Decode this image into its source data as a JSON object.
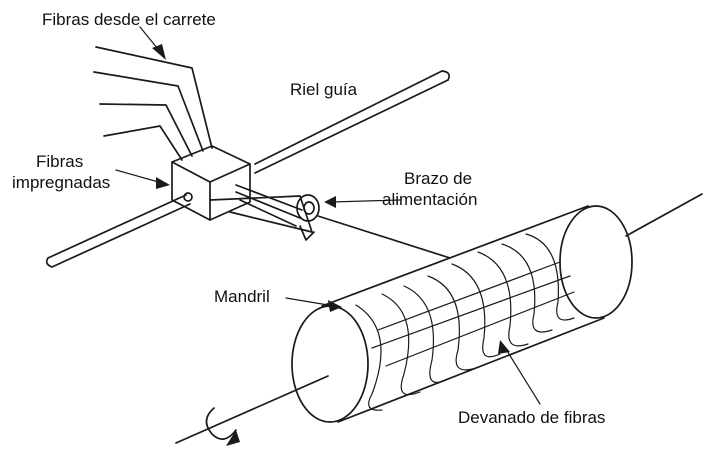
{
  "labels": {
    "fibras_carrete": "Fibras desde el carrete",
    "riel_guia": "Riel guía",
    "fibras_impregnadas_1": "Fibras",
    "fibras_impregnadas_2": "impregnadas",
    "brazo_1": "Brazo de",
    "brazo_2": "alimentación",
    "mandril": "Mandril",
    "devanado": "Devanado de fibras"
  },
  "colors": {
    "ink": "#1a1a1a",
    "background": "#ffffff"
  },
  "icons": {
    "rotation": "rotation-arrow-icon"
  }
}
